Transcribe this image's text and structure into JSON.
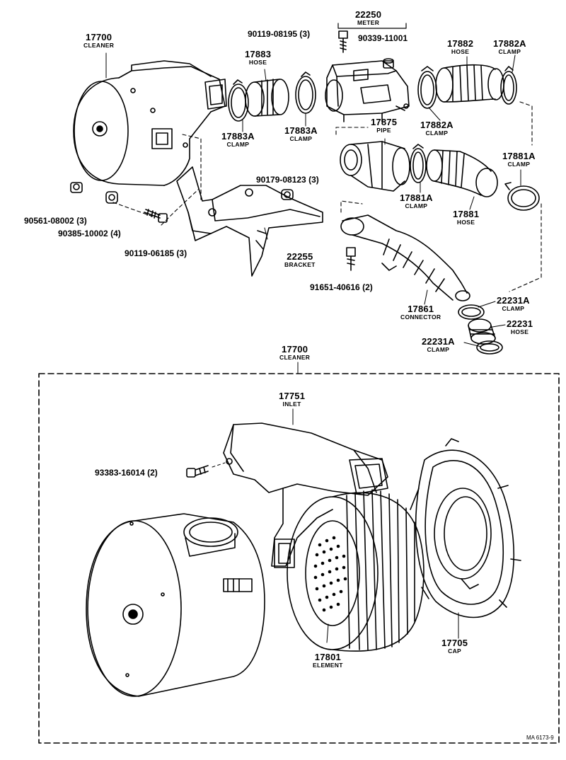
{
  "labels": {
    "cleaner_top": {
      "num": "17700",
      "name": "CLEANER"
    },
    "meter": {
      "num": "22250",
      "name": "METER"
    },
    "hose_17883": {
      "num": "17883",
      "name": "HOSE"
    },
    "hose_17882": {
      "num": "17882",
      "name": "HOSE"
    },
    "clamp_17882a_top": {
      "num": "17882A",
      "name": "CLAMP"
    },
    "clamp_17883a_left": {
      "num": "17883A",
      "name": "CLAMP"
    },
    "clamp_17883a_mid": {
      "num": "17883A",
      "name": "CLAMP"
    },
    "pipe": {
      "num": "17875",
      "name": "PIPE"
    },
    "clamp_17882a_low": {
      "num": "17882A",
      "name": "CLAMP"
    },
    "clamp_17881a_right": {
      "num": "17881A",
      "name": "CLAMP"
    },
    "clamp_17881a_mid": {
      "num": "17881A",
      "name": "CLAMP"
    },
    "hose_17881": {
      "num": "17881",
      "name": "HOSE"
    },
    "bracket": {
      "num": "22255",
      "name": "BRACKET"
    },
    "connector": {
      "num": "17861",
      "name": "CONNECTOR"
    },
    "clamp_22231a_r": {
      "num": "22231A",
      "name": "CLAMP"
    },
    "hose_22231": {
      "num": "22231",
      "name": "HOSE"
    },
    "clamp_22231a_l": {
      "num": "22231A",
      "name": "CLAMP"
    },
    "cleaner_assy": {
      "num": "17700",
      "name": "CLEANER"
    },
    "inlet": {
      "num": "17751",
      "name": "INLET"
    },
    "element": {
      "num": "17801",
      "name": "ELEMENT"
    },
    "cap": {
      "num": "17705",
      "name": "CAP"
    }
  },
  "part_numbers": {
    "p90119_08195": "90119-08195 (3)",
    "p90339_11001": "90339-11001",
    "p90179_08123": "90179-08123 (3)",
    "p90561_08002": "90561-08002 (3)",
    "p90385_10002": "90385-10002 (4)",
    "p90119_06185": "90119-06185 (3)",
    "p91651_40616": "91651-40616 (2)",
    "p93383_16014": "93383-16014 (2)"
  },
  "figure_code": "MA 6173-9"
}
